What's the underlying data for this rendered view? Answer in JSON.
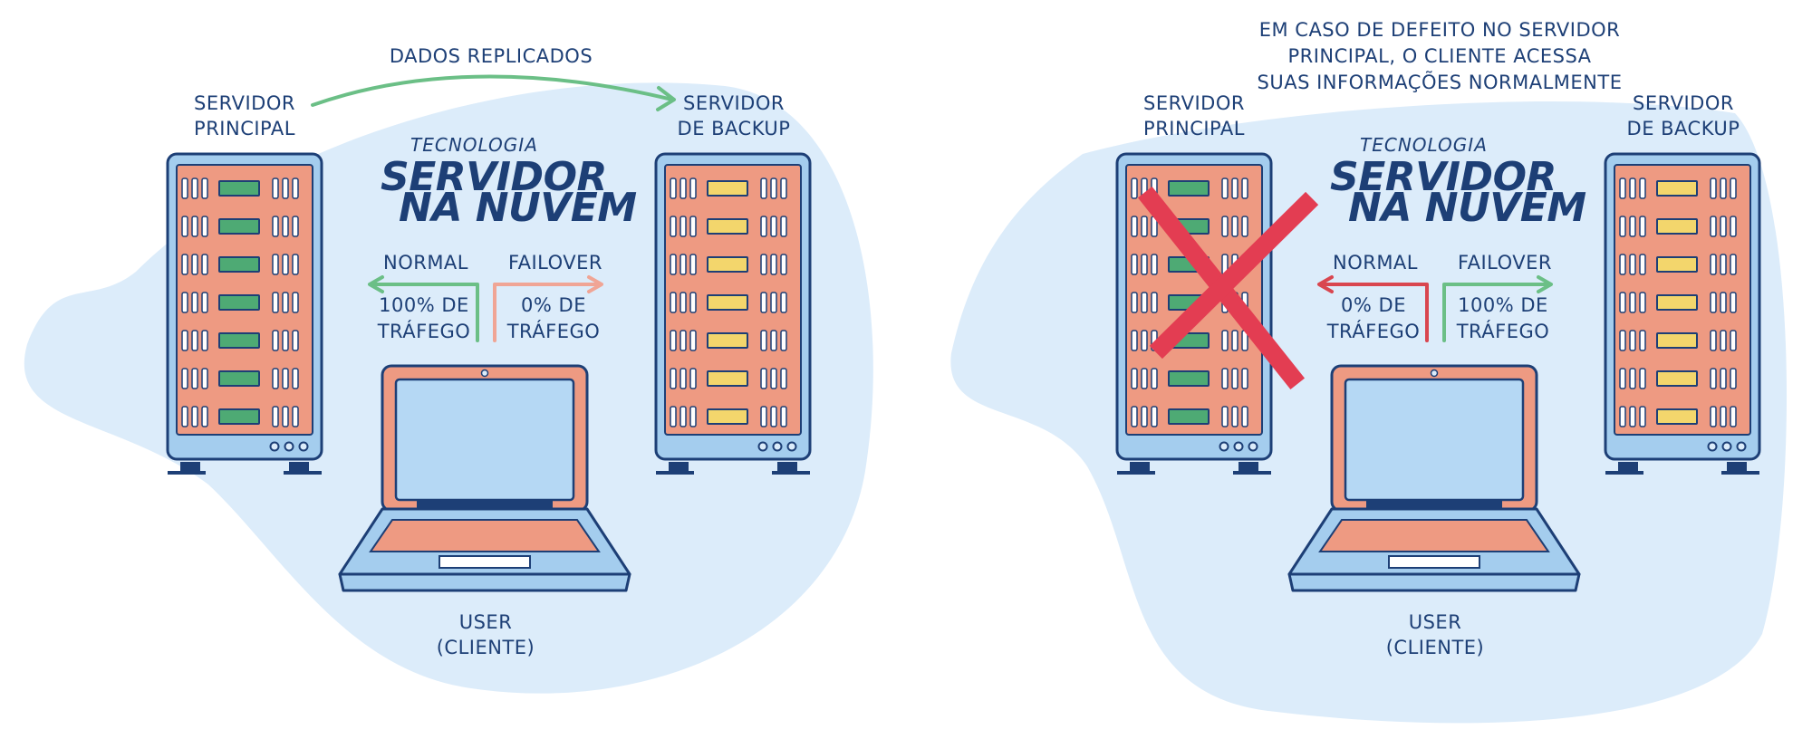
{
  "colors": {
    "blob": "#dcecfa",
    "navy": "#1d3f76",
    "server_frame": "#a4cdee",
    "server_panel": "#ee9a82",
    "primary_led": "#4eaa74",
    "backup_led": "#f3d66c",
    "green_arrow": "#6bbf86",
    "red_arrow": "#d9464f",
    "salmon_arrow": "#f0a595",
    "cross": "#e33d52",
    "laptop_body": "#ee9a82",
    "laptop_screen": "#b5d8f4"
  },
  "panels": [
    {
      "id": "normal-state",
      "replication_label": "DADOS REPLICADOS",
      "caption_lines": [],
      "primary_label": [
        "SERVIDOR",
        "PRINCIPAL"
      ],
      "backup_label": [
        "SERVIDOR",
        "DE BACKUP"
      ],
      "title_small": "TECNOLOGIA",
      "title_big": [
        "SERVIDOR",
        "NA NUVEM"
      ],
      "left_route": {
        "label": "NORMAL",
        "traffic": [
          "100% DE",
          "TRÁFEGO"
        ],
        "color": "#6bbf86"
      },
      "right_route": {
        "label": "FAILOVER",
        "traffic": [
          "0% DE",
          "TRÁFEGO"
        ],
        "color": "#f0a595"
      },
      "user_label": [
        "USER",
        "(CLIENTE)"
      ],
      "primary_failed": false
    },
    {
      "id": "failover-state",
      "replication_label": "",
      "caption_lines": [
        "EM CASO DE DEFEITO NO SERVIDOR",
        "PRINCIPAL, O CLIENTE ACESSA",
        "SUAS INFORMAÇÕES NORMALMENTE"
      ],
      "primary_label": [
        "SERVIDOR",
        "PRINCIPAL"
      ],
      "backup_label": [
        "SERVIDOR",
        "DE BACKUP"
      ],
      "title_small": "TECNOLOGIA",
      "title_big": [
        "SERVIDOR",
        "NA NUVEM"
      ],
      "left_route": {
        "label": "NORMAL",
        "traffic": [
          "0% DE",
          "TRÁFEGO"
        ],
        "color": "#d9464f"
      },
      "right_route": {
        "label": "FAILOVER",
        "traffic": [
          "100% DE",
          "TRÁFEGO"
        ],
        "color": "#6bbf86"
      },
      "user_label": [
        "USER",
        "(CLIENTE)"
      ],
      "primary_failed": true
    }
  ]
}
